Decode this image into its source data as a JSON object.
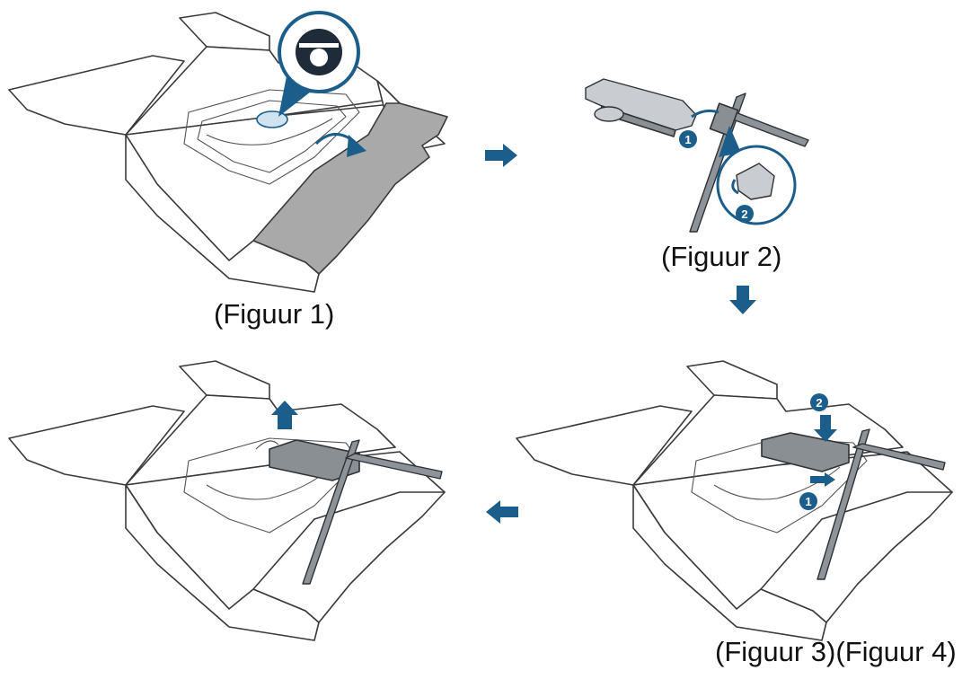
{
  "captions": {
    "figure1": "(Figuur 1)",
    "figure2": "(Figuur 2)",
    "figure3_4": "(Figuur 3)(Figuur 4)"
  },
  "step_markers": {
    "one": "1",
    "two": "2"
  },
  "icons": [
    "arrow-right-icon",
    "arrow-down-icon",
    "arrow-left-icon",
    "arrow-up-icon",
    "rotate-arrow-icon",
    "magnifier-callout-icon"
  ],
  "colors": {
    "accent_blue": "#1b5e8c",
    "flap_gray": "#a9a9a9",
    "stand_gray": "#8a8f94"
  }
}
